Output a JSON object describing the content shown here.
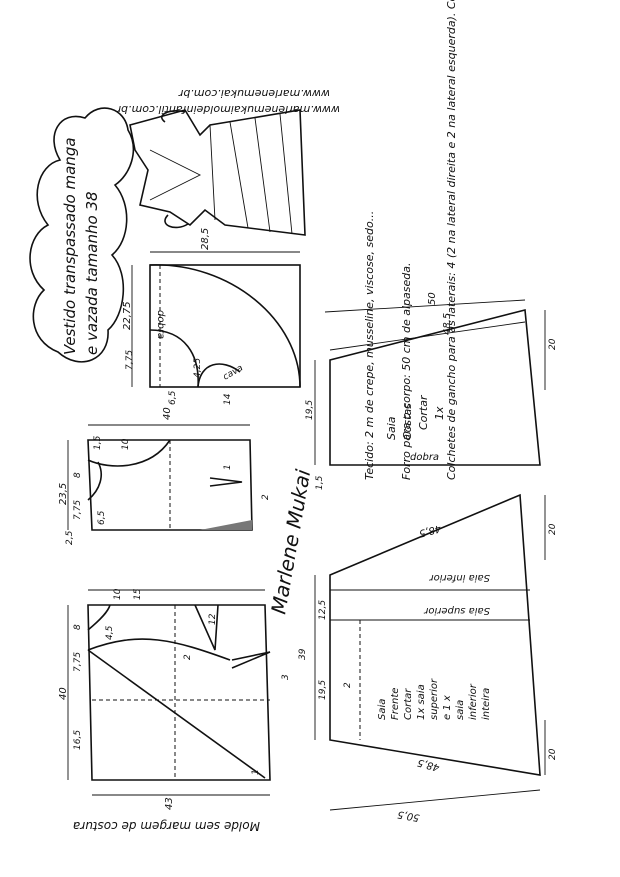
{
  "header": {
    "site_1": "www.marlenemukai.com.br",
    "site_2": "www.marlenemukaimoldeinfantil.com.br",
    "title_line_1": "Vestido transpassado manga",
    "title_line_2": "e vazada tamanho 38"
  },
  "notes": {
    "fabric": "Tecido: 2 m de crepe, musseline, viscose, sedo...",
    "lining": "Forro para o corpo: 50 cm de alpaseda.",
    "belt_loops": "Colchetes de gancho para as laterais: 4 (2 na lateral direita e 2 na lateral esquerda). Colocar por dentro, na cintura."
  },
  "footer": {
    "seam_note": "Molde sem margem de costura"
  },
  "sleeve": {
    "measures": [
      "28,5",
      "22,75",
      "7,75",
      "4,25",
      "6,5",
      "14"
    ],
    "labels": [
      "dobra",
      "cava"
    ]
  },
  "back_bodice": {
    "measures": [
      "40",
      "10",
      "1,5",
      "23,5",
      "8",
      "7,75",
      "6,5",
      "2,5",
      "2",
      "1"
    ]
  },
  "front_bodice": {
    "measures": [
      "43",
      "10",
      "15",
      "12",
      "8",
      "4,5",
      "40",
      "7,75",
      "16,5",
      "2",
      "3",
      "1"
    ]
  },
  "back_skirt": {
    "measures": [
      "50",
      "48,5",
      "20",
      "19,5",
      "1,5"
    ],
    "text": [
      "Saia",
      "Costas",
      "Cortar",
      "1x"
    ],
    "fold": "dobra"
  },
  "front_skirt": {
    "measures": [
      "48,5",
      "20",
      "39",
      "12,5",
      "19,5",
      "2",
      "48,5",
      "50,5",
      "20"
    ],
    "label_lower": "Saia inferior",
    "label_upper": "Saia superior",
    "text": [
      "Saia",
      "Frente",
      "Cortar",
      "1x saia",
      "superior",
      "e 1 x",
      "saia",
      "inferior",
      "inteira"
    ]
  },
  "signature": "Marlene Mukai"
}
